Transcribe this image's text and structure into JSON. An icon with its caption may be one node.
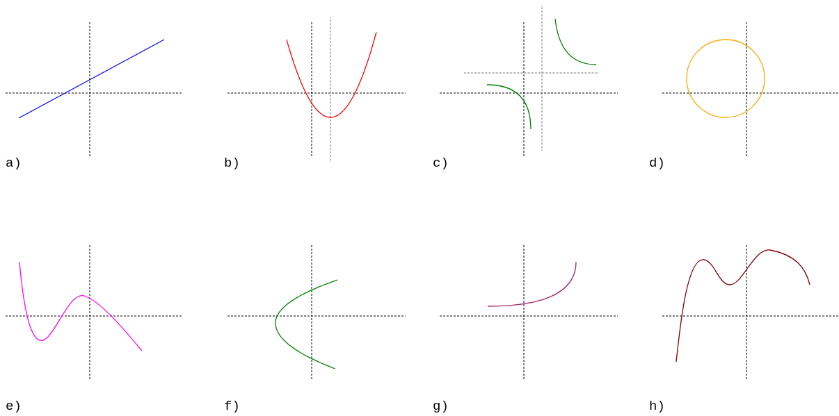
{
  "diagram": {
    "labels": [
      "a)",
      "b)",
      "c)",
      "d)",
      "e)",
      "f)",
      "g)",
      "h)"
    ]
  }
}
